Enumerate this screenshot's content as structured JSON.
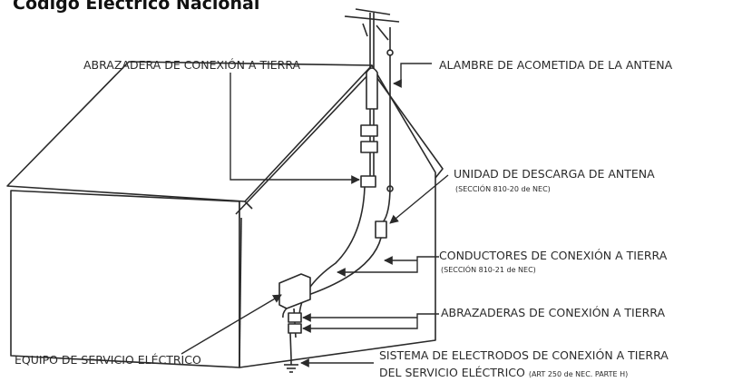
{
  "title": "Código Eléctrico Nacional",
  "labels": {
    "ground_clamp": "ABRAZADERA DE CONEXIÓN A TIERRA",
    "lead_in_wire": "ALAMBRE DE ACOMETIDA DE LA ANTENA",
    "discharge_unit": "UNIDAD DE DESCARGA DE ANTENA",
    "discharge_unit_ref": "(SECCIÓN 810-20 de NEC)",
    "grounding_conductors": "CONDUCTORES DE CONEXIÓN A TIERRA",
    "grounding_conductors_ref": "(SECCIÓN 810-21 de NEC)",
    "ground_clamps": "ABRAZADERAS DE CONEXIÓN A TIERRA",
    "service_equipment": "EQUIPO DE SERVICIO ELÉCTRICO",
    "electrode_system_line1": "SISTEMA DE ELECTRODOS DE CONEXIÓN A TIERRA",
    "electrode_system_line2": "DEL SERVICIO ELÉCTRICO",
    "electrode_system_ref": "(ART 250 de NEC. PARTE H)"
  },
  "colors": {
    "line": "#2a2a2a",
    "roof": "#ffffff",
    "wall": "#ffffff"
  }
}
